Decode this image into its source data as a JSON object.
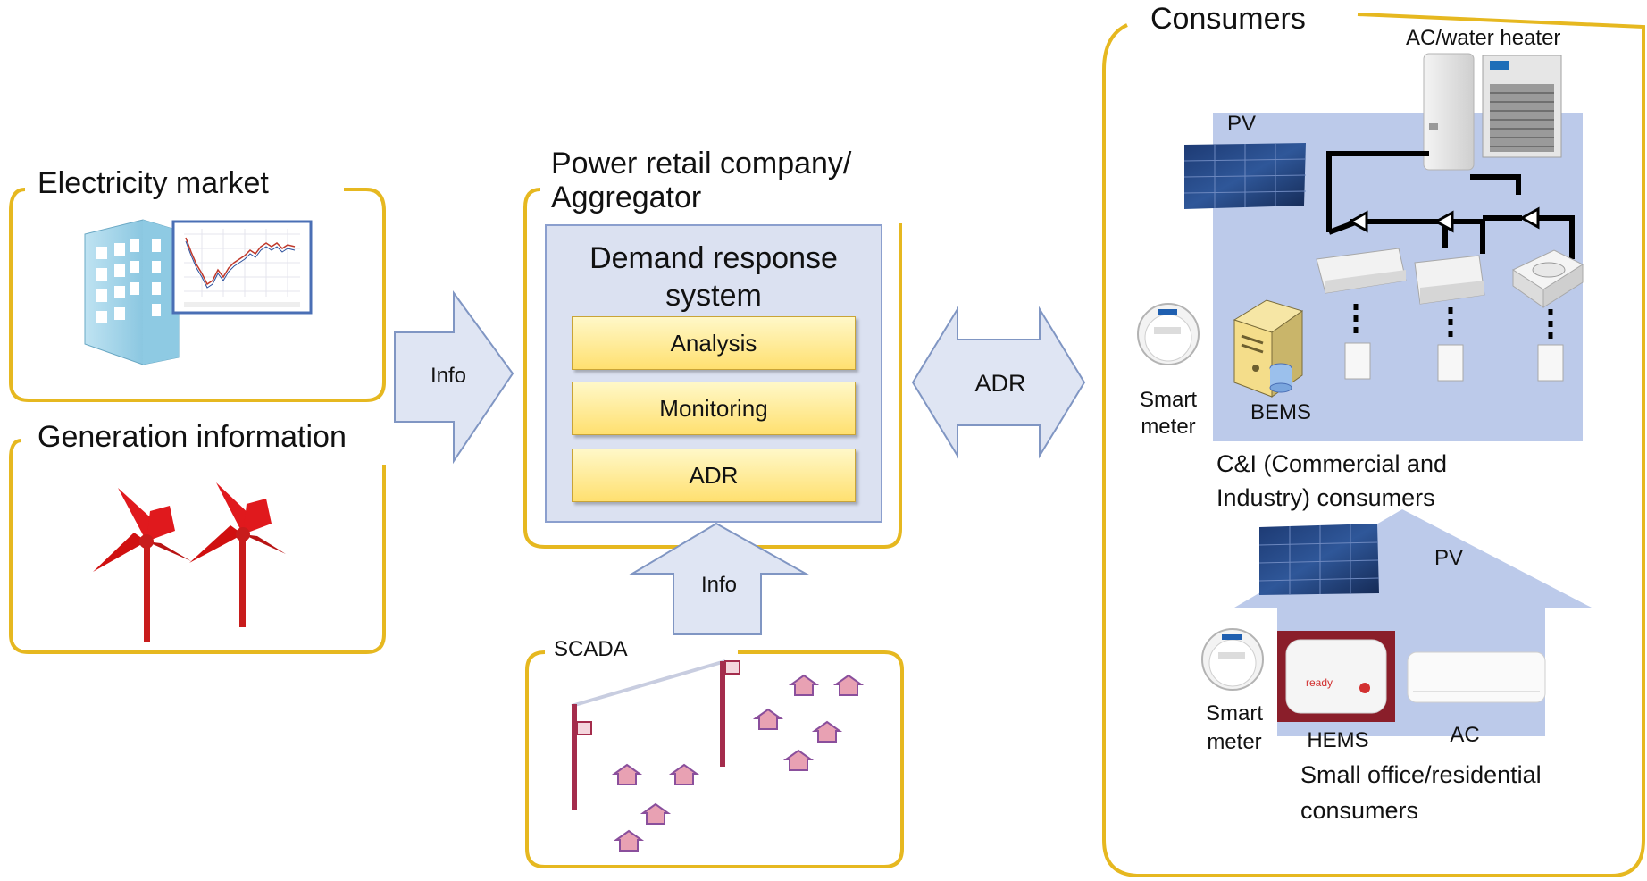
{
  "market": {
    "title": "Electricity market"
  },
  "generation": {
    "title": "Generation information"
  },
  "arrow_info_left": {
    "label": "Info"
  },
  "aggregator": {
    "title_line1": "Power retail company/",
    "title_line2": "Aggregator",
    "system_line1": "Demand response",
    "system_line2": "system",
    "modules": [
      "Analysis",
      "Monitoring",
      "ADR"
    ]
  },
  "arrow_info_bottom": {
    "label": "Info"
  },
  "scada": {
    "title": "SCADA"
  },
  "arrow_adr": {
    "label": "ADR"
  },
  "consumers": {
    "title": "Consumers",
    "ac_water_heater": "AC/water heater",
    "pv_top": "PV",
    "smart_meter_line1": "Smart",
    "smart_meter_line2": "meter",
    "bems": "BEMS",
    "ci_line1": "C&I (Commercial and",
    "ci_line2": "Industry) consumers",
    "pv_house": "PV",
    "hems_device_text": "ready",
    "smart_meter2_line1": "Smart",
    "smart_meter2_line2": "meter",
    "hems": "HEMS",
    "ac": "AC",
    "small_line1": "Small office/residential",
    "small_line2": "consumers"
  },
  "colors": {
    "gold_frame": "#e6b820",
    "arrow_fill": "#dfe5f3",
    "arrow_stroke": "#8096c3",
    "panel_blue": "#bccaea",
    "module_fill": "#ffe98a"
  }
}
